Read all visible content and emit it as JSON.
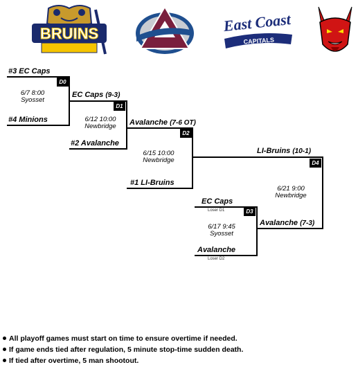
{
  "logos": {
    "bruins": "BRUINS",
    "eastcoast_line1": "East Coast",
    "eastcoast_line2": "CAPITALS"
  },
  "round1": {
    "top_team": "#3 EC Caps",
    "bottom_team": "#4 Minions",
    "game_id": "D0",
    "date_time": "6/7  8:00",
    "venue": "Syosset"
  },
  "round2": {
    "top_team": "EC Caps",
    "top_score": "(9-3)",
    "bottom_team": "#2 Avalanche",
    "game_id": "D1",
    "date_time": "6/12  10:00",
    "venue": "Newbridge"
  },
  "round3": {
    "top_team": "Avalanche",
    "top_score": "(7-6 OT)",
    "bottom_team": "#1 LI-Bruins",
    "game_id": "D2",
    "date_time": "6/15  10:00",
    "venue": "Newbridge"
  },
  "final": {
    "top_team": "LI-Bruins",
    "top_score": "(10-1)",
    "game_id": "D4",
    "date_time": "6/21  9:00",
    "venue": "Newbridge"
  },
  "losers_bracket": {
    "top_team": "EC Caps",
    "top_note": "Loser D1",
    "bottom_team": "Avalanche",
    "bottom_note": "Loser D2",
    "game_id": "D3",
    "date_time": "6/17  9:45",
    "venue": "Syosset",
    "winner": "Avalanche",
    "winner_score": "(7-3)"
  },
  "rules": [
    "All playoff games must start on time to ensure overtime if needed.",
    "If game ends tied after regulation,  5 minute stop-time sudden death.",
    "If tied after overtime, 5 man shootout."
  ],
  "colors": {
    "bruins_yellow": "#f5c400",
    "bruins_navy": "#1a2a6c",
    "avalanche_maroon": "#7a1f3d",
    "avalanche_blue": "#1f4f8f",
    "capitals_navy": "#1c2d7a",
    "devil_red": "#d01414"
  }
}
